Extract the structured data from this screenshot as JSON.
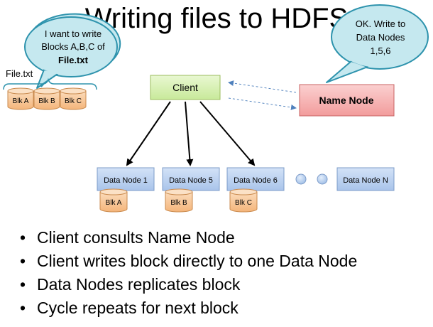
{
  "title": "Writing files to HDFS",
  "file_label": "File.txt",
  "client_bubble": {
    "line1": "I want to write",
    "line2": "Blocks A,B,C of",
    "line3": "File.txt"
  },
  "namenode_bubble": {
    "line1": "OK. Write to",
    "line2": "Data Nodes",
    "line3": "1,5,6"
  },
  "client_label": "Client",
  "namenode_label": "Name Node",
  "file_blocks": [
    "Blk A",
    "Blk B",
    "Blk C"
  ],
  "data_nodes": [
    {
      "label": "Data Node 1",
      "block": "Blk A"
    },
    {
      "label": "Data Node 5",
      "block": "Blk B"
    },
    {
      "label": "Data Node 6",
      "block": "Blk C"
    },
    {
      "label": "Data Node N",
      "block": ""
    }
  ],
  "bullets": [
    "Client consults Name Node",
    "Client writes block directly to one Data Node",
    "Data Nodes replicates block",
    "Cycle repeats for next block"
  ],
  "colors": {
    "bubble_fill": "#c5e8ef",
    "bubble_stroke": "#2e93ad",
    "client_fill": "#d9f2b4",
    "client_stroke": "#9bbd5e",
    "namenode_fill": "#f7b8b8",
    "namenode_stroke": "#c86464",
    "datanode_fill": "#b8d0f0",
    "datanode_stroke": "#7d9cc9",
    "block_fill": "#f8cc9e",
    "block_stroke": "#c98a4e",
    "dashed_arrow": "#4f81bd"
  }
}
